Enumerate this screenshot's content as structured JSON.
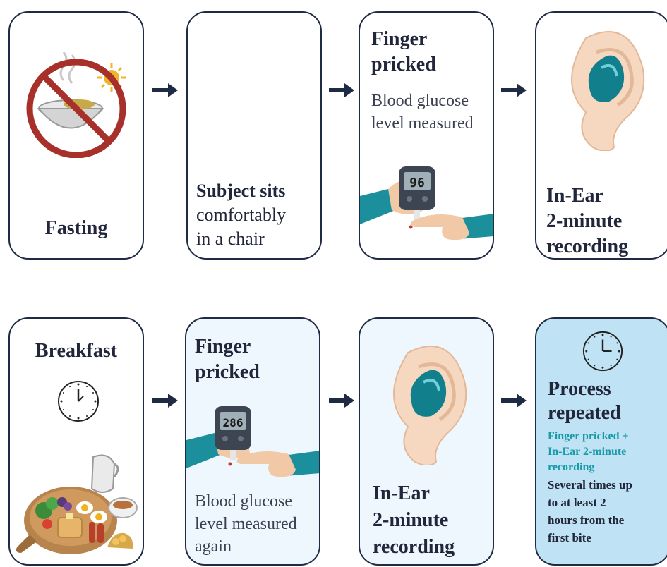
{
  "steps": {
    "fasting": {
      "label": "Fasting",
      "icon": "no-food-icon"
    },
    "sit": {
      "bold": "Subject sits",
      "line2": "comfortably",
      "line3": "in a chair"
    },
    "prick1": {
      "title_l1": "Finger",
      "title_l2": "pricked",
      "desc_l1": "Blood glucose",
      "desc_l2": "level measured",
      "meter_reading": "96",
      "icon": "glucose-meter-icon"
    },
    "ear1": {
      "l1": "In-Ear",
      "l2": "2-minute",
      "l3": "recording",
      "icon": "ear-device-icon"
    },
    "breakfast": {
      "label": "Breakfast",
      "icons": [
        "clock-icon",
        "breakfast-food-icon"
      ]
    },
    "prick2": {
      "title_l1": "Finger",
      "title_l2": "pricked",
      "meter_reading": "286",
      "desc_l1": "Blood glucose",
      "desc_l2": "level measured",
      "desc_l3": "again",
      "icon": "glucose-meter-icon"
    },
    "ear2": {
      "l1": "In-Ear",
      "l2": "2-minute",
      "l3": "recording",
      "icon": "ear-device-icon"
    },
    "repeat": {
      "title_l1": "Process",
      "title_l2": "repeated",
      "sub_l1": "Finger pricked +",
      "sub_l2": "In-Ear 2-minute",
      "sub_l3": "recording",
      "note_l1": "Several times up",
      "note_l2": "to at least 2",
      "note_l3": "hours from the",
      "note_l4": "first bite",
      "icon": "clock-icon"
    }
  },
  "colors": {
    "border": "#1f2a44",
    "arrow": "#1f2a44",
    "accent_teal": "#1a9aa8",
    "light_fill": "#eef7fd",
    "dark_fill": "#bfe2f4",
    "ban_red": "#a8302b"
  }
}
